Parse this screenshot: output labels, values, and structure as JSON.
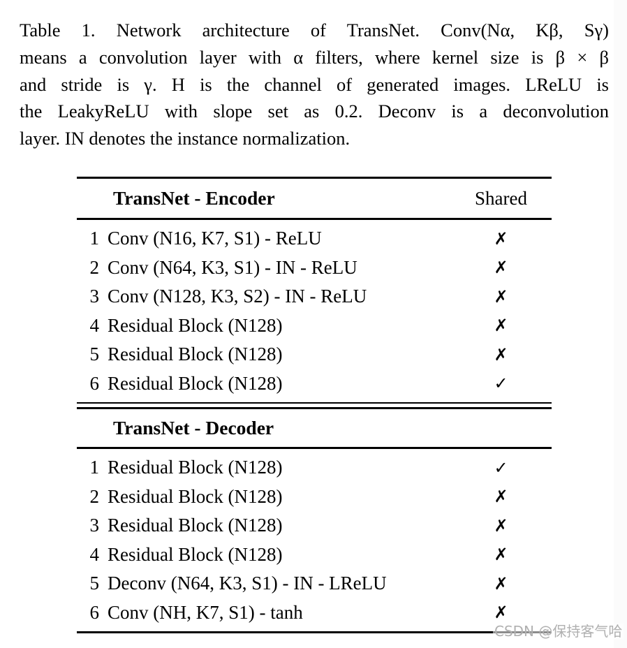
{
  "colors": {
    "background": "#ffffff",
    "text": "#000000",
    "rule": "#000000",
    "watermark": "#b0b0b0"
  },
  "caption": {
    "lines": [
      "Table 1.  Network architecture of TransNet.  Conv(Nα, Kβ, Sγ)",
      "means a convolution layer with α filters, where kernel size is β × β",
      "and stride is γ.  H is the channel of generated images.  LReLU is",
      "the LeakyReLU with slope set as 0.2.  Deconv is a deconvolution",
      "layer.  IN denotes the instance normalization."
    ]
  },
  "table": {
    "encoder": {
      "title": "TransNet - Encoder",
      "shared_header": "Shared",
      "rows": [
        {
          "num": "1",
          "layer": "Conv (N16, K7, S1) - ReLU",
          "shared": "✗"
        },
        {
          "num": "2",
          "layer": "Conv (N64, K3, S1) - IN - ReLU",
          "shared": "✗"
        },
        {
          "num": "3",
          "layer": "Conv (N128, K3, S2) - IN - ReLU",
          "shared": "✗"
        },
        {
          "num": "4",
          "layer": "Residual Block (N128)",
          "shared": "✗"
        },
        {
          "num": "5",
          "layer": "Residual Block (N128)",
          "shared": "✗"
        },
        {
          "num": "6",
          "layer": "Residual Block (N128)",
          "shared": "✓"
        }
      ]
    },
    "decoder": {
      "title": "TransNet - Decoder",
      "rows": [
        {
          "num": "1",
          "layer": "Residual Block (N128)",
          "shared": "✓"
        },
        {
          "num": "2",
          "layer": "Residual Block (N128)",
          "shared": "✗"
        },
        {
          "num": "3",
          "layer": "Residual Block (N128)",
          "shared": "✗"
        },
        {
          "num": "4",
          "layer": "Residual Block (N128)",
          "shared": "✗"
        },
        {
          "num": "5",
          "layer": "Deconv (N64, K3, S1) - IN - LReLU",
          "shared": "✗"
        },
        {
          "num": "6",
          "layer": "Conv (NH, K7, S1) - tanh",
          "shared": "✗"
        }
      ]
    }
  },
  "watermark": {
    "text": "CSDN @保持客气哈"
  }
}
